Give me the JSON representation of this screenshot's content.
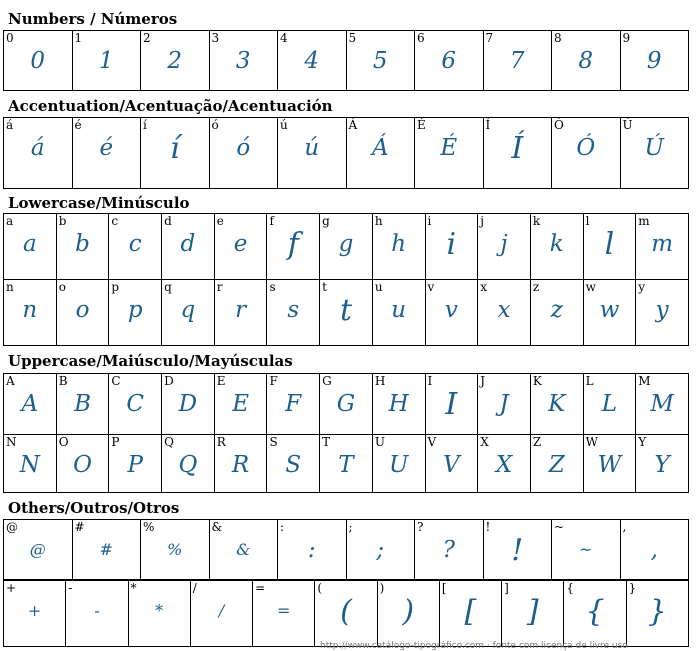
{
  "colors": {
    "glyph": "#1d5f8c",
    "border": "#000000"
  },
  "sections": {
    "numbers": {
      "title": "Numbers / Números",
      "rows": [
        [
          {
            "ref": "0",
            "glyph": "0"
          },
          {
            "ref": "1",
            "glyph": "1"
          },
          {
            "ref": "2",
            "glyph": "2"
          },
          {
            "ref": "3",
            "glyph": "3"
          },
          {
            "ref": "4",
            "glyph": "4"
          },
          {
            "ref": "5",
            "glyph": "5"
          },
          {
            "ref": "6",
            "glyph": "6"
          },
          {
            "ref": "7",
            "glyph": "7"
          },
          {
            "ref": "8",
            "glyph": "8"
          },
          {
            "ref": "9",
            "glyph": "9"
          }
        ]
      ]
    },
    "accents": {
      "title": "Accentuation/Acentuação/Acentuación",
      "rows": [
        [
          {
            "ref": "á",
            "glyph": "á"
          },
          {
            "ref": "é",
            "glyph": "é"
          },
          {
            "ref": "í",
            "glyph": "í"
          },
          {
            "ref": "ó",
            "glyph": "ó"
          },
          {
            "ref": "ú",
            "glyph": "ú"
          },
          {
            "ref": "Á",
            "glyph": "Á"
          },
          {
            "ref": "É",
            "glyph": "É"
          },
          {
            "ref": "Í",
            "glyph": "Í"
          },
          {
            "ref": "Ó",
            "glyph": "Ó"
          },
          {
            "ref": "Ú",
            "glyph": "Ú"
          }
        ]
      ]
    },
    "lowercase": {
      "title": "Lowercase/Minúsculo",
      "rows": [
        [
          {
            "ref": "a",
            "glyph": "a"
          },
          {
            "ref": "b",
            "glyph": "b"
          },
          {
            "ref": "c",
            "glyph": "c"
          },
          {
            "ref": "d",
            "glyph": "d"
          },
          {
            "ref": "e",
            "glyph": "e"
          },
          {
            "ref": "f",
            "glyph": "f"
          },
          {
            "ref": "g",
            "glyph": "g"
          },
          {
            "ref": "h",
            "glyph": "h"
          },
          {
            "ref": "i",
            "glyph": "i"
          },
          {
            "ref": "j",
            "glyph": "j"
          },
          {
            "ref": "k",
            "glyph": "k"
          },
          {
            "ref": "l",
            "glyph": "l"
          },
          {
            "ref": "m",
            "glyph": "m"
          }
        ],
        [
          {
            "ref": "n",
            "glyph": "n"
          },
          {
            "ref": "o",
            "glyph": "o"
          },
          {
            "ref": "p",
            "glyph": "p"
          },
          {
            "ref": "q",
            "glyph": "q"
          },
          {
            "ref": "r",
            "glyph": "r"
          },
          {
            "ref": "s",
            "glyph": "s"
          },
          {
            "ref": "t",
            "glyph": "t"
          },
          {
            "ref": "u",
            "glyph": "u"
          },
          {
            "ref": "v",
            "glyph": "v"
          },
          {
            "ref": "x",
            "glyph": "x"
          },
          {
            "ref": "z",
            "glyph": "z"
          },
          {
            "ref": "w",
            "glyph": "w"
          },
          {
            "ref": "y",
            "glyph": "y"
          }
        ]
      ]
    },
    "uppercase": {
      "title": "Uppercase/Maiúsculo/Mayúsculas",
      "rows": [
        [
          {
            "ref": "A",
            "glyph": "A"
          },
          {
            "ref": "B",
            "glyph": "B"
          },
          {
            "ref": "C",
            "glyph": "C"
          },
          {
            "ref": "D",
            "glyph": "D"
          },
          {
            "ref": "E",
            "glyph": "E"
          },
          {
            "ref": "F",
            "glyph": "F"
          },
          {
            "ref": "G",
            "glyph": "G"
          },
          {
            "ref": "H",
            "glyph": "H"
          },
          {
            "ref": "I",
            "glyph": "I"
          },
          {
            "ref": "J",
            "glyph": "J"
          },
          {
            "ref": "K",
            "glyph": "K"
          },
          {
            "ref": "L",
            "glyph": "L"
          },
          {
            "ref": "M",
            "glyph": "M"
          }
        ],
        [
          {
            "ref": "N",
            "glyph": "N"
          },
          {
            "ref": "O",
            "glyph": "O"
          },
          {
            "ref": "P",
            "glyph": "P"
          },
          {
            "ref": "Q",
            "glyph": "Q"
          },
          {
            "ref": "R",
            "glyph": "R"
          },
          {
            "ref": "S",
            "glyph": "S"
          },
          {
            "ref": "T",
            "glyph": "T"
          },
          {
            "ref": "U",
            "glyph": "U"
          },
          {
            "ref": "V",
            "glyph": "V"
          },
          {
            "ref": "X",
            "glyph": "X"
          },
          {
            "ref": "Z",
            "glyph": "Z"
          },
          {
            "ref": "W",
            "glyph": "W"
          },
          {
            "ref": "Y",
            "glyph": "Y"
          }
        ]
      ]
    },
    "others": {
      "title": "Others/Outros/Otros",
      "rows": [
        [
          {
            "ref": "@",
            "glyph": "@"
          },
          {
            "ref": "#",
            "glyph": "#"
          },
          {
            "ref": "%",
            "glyph": "%"
          },
          {
            "ref": "&",
            "glyph": "&"
          },
          {
            "ref": ":",
            "glyph": ":"
          },
          {
            "ref": ";",
            "glyph": ";"
          },
          {
            "ref": "?",
            "glyph": "?"
          },
          {
            "ref": "!",
            "glyph": "!"
          },
          {
            "ref": "~",
            "glyph": "~"
          },
          {
            "ref": ",",
            "glyph": ","
          }
        ],
        [
          {
            "ref": "+",
            "glyph": "+"
          },
          {
            "ref": "-",
            "glyph": "-"
          },
          {
            "ref": "*",
            "glyph": "*"
          },
          {
            "ref": "/",
            "glyph": "/"
          },
          {
            "ref": "=",
            "glyph": "="
          },
          {
            "ref": "(",
            "glyph": "("
          },
          {
            "ref": ")",
            "glyph": ")"
          },
          {
            "ref": "[",
            "glyph": "["
          },
          {
            "ref": "]",
            "glyph": "]"
          },
          {
            "ref": "{",
            "glyph": "{"
          },
          {
            "ref": "}",
            "glyph": "}"
          }
        ]
      ]
    }
  },
  "footer": "http://www.catálogo-tipográfico.com · fonte com licença de livre uso"
}
